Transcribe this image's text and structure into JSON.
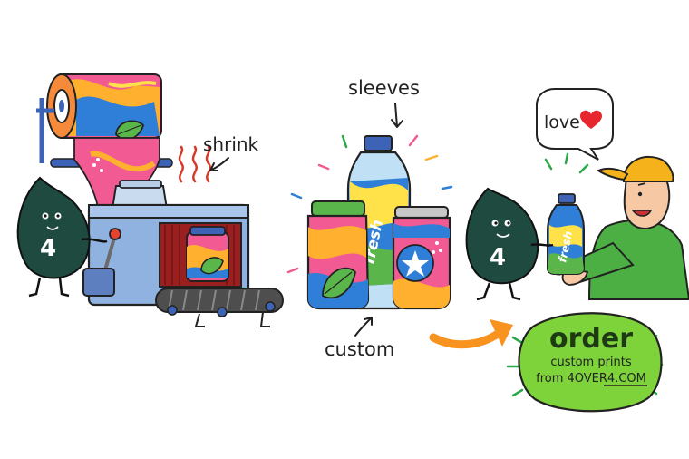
{
  "labels": {
    "shrink": "shrink",
    "sleeves": "sleeves",
    "custom": "custom",
    "love": "love",
    "fresh_bottle": "fresh",
    "fresh_small": "fresh"
  },
  "mascot": {
    "number_left": "4",
    "number_right": "4"
  },
  "order_badge": {
    "title": "order",
    "line1": "custom prints",
    "line2": "from 4OVER4.COM"
  },
  "colors": {
    "mascot": "#1f4a3f",
    "badge_green": "#7ed23a",
    "arrow_orange": "#f7931e",
    "heart_red": "#e8262d",
    "machine_blue": "#8fb2e0",
    "tunnel_red": "#c8302c",
    "hoodie_green": "#4caf43",
    "cap_yellow": "#f5b21a"
  },
  "icons": [
    "heart-icon",
    "leaf-icon",
    "star-icon",
    "heat-waves-icon"
  ]
}
